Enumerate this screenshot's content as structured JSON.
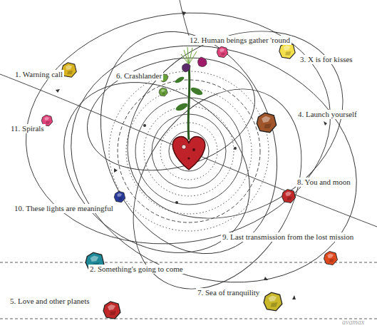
{
  "diagram": {
    "labels": [
      "1. Warning call",
      "2. Something's going to come",
      "3. X is for kisses",
      "4. Launch yourself",
      "5. Love and other planets",
      "6. Crashlander",
      "7. Sea of tranquility",
      "8. You and moon",
      "9. Last transmission from the lost mission",
      "10. These lights are meaningful",
      "11. Spirals",
      "12. Human beings gather 'round",
      "avamax"
    ]
  }
}
